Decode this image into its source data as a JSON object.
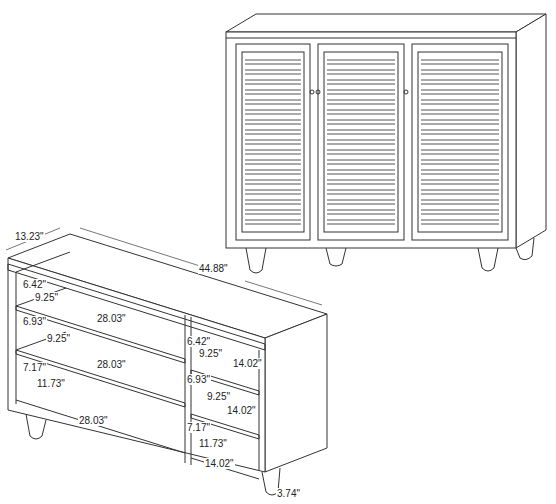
{
  "diagram": {
    "labels": [
      "13.23\"",
      "44.88\"",
      "6.42\"",
      "9.25\"",
      "6.93\"",
      "28.03\"",
      "9.25\"",
      "28.03\"",
      "6.42\"",
      "9.25\"",
      "14.02\"",
      "7.17\"",
      "11.73\"",
      "6.93\"",
      "9.25\"",
      "14.02\"",
      "28.03\"",
      "7.17\"",
      "11.73\"",
      "14.02\"",
      "3.74\""
    ]
  }
}
